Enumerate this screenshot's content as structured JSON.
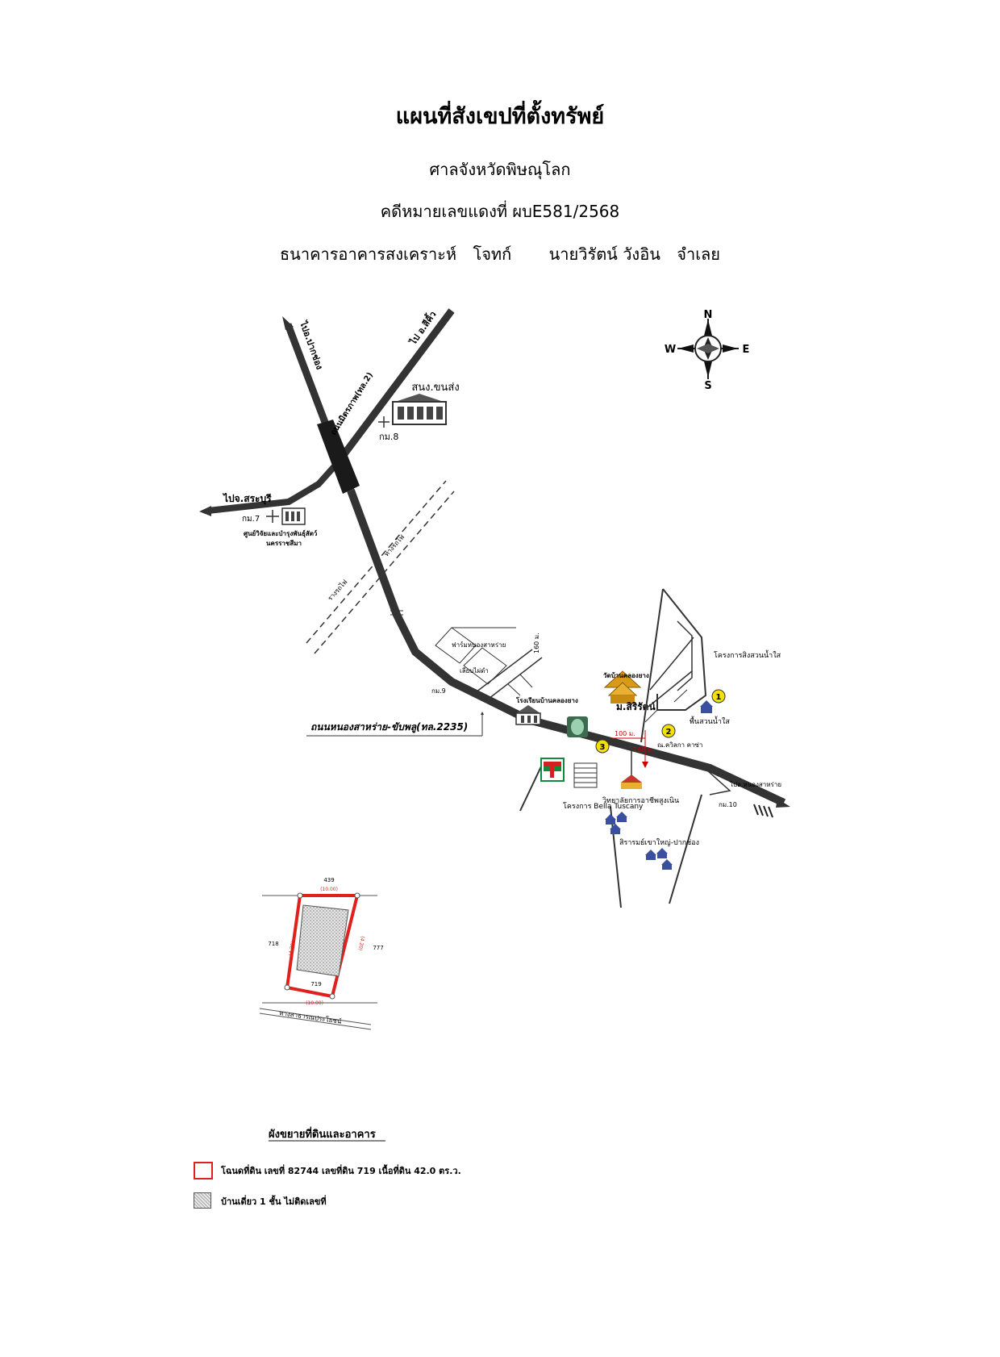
{
  "header": {
    "title": "แผนที่สังเขปที่ตั้งทรัพย์",
    "court": "ศาลจังหวัดพิษณุโลก",
    "case_no": "คดีหมายเลขแดงที่  ผบE581/2568",
    "plaintiff": "ธนาคารอาคารสงเคราะห์",
    "plaintiff_role": "โจทก์",
    "defendant": "นายวิรัตน์ วังอิน",
    "defendant_role": "จำเลย"
  },
  "compass": {
    "n": "N",
    "s": "S",
    "e": "E",
    "w": "W"
  },
  "map_labels": {
    "to_pakchong": "ไปอ.ปากช่อง",
    "to_sikhio": "ไป อ.สีคิ้ว",
    "road_mittraphap": "ถนนมิตรภาพ(ทล.2)",
    "transport_office": "สนง.ขนส่ง",
    "km8": "กม.8",
    "to_saraburi": "ไปจ.สระบุรี",
    "km7": "กม.7",
    "research_center_1": "ศูนย์วิจัยและบำรุงพันธุ์สัตว์",
    "research_center_2": "นครราชสีมา",
    "railway": "ทางรถไฟ",
    "rail_track": "รางรถไฟ",
    "factory": "ฟาร์มหนองสาหร่าย",
    "village": "เลียบไผ่ดำ",
    "km9": "กม.9",
    "school": "โรงเรียนบ้านคลองยาง",
    "temple": "วัดบ้านคลองยาง",
    "university": "ม.สิริรัตน์",
    "road_2235": "ถนนหนองสาหร่าย-ขับพลู(ทล.2235)",
    "project_namsai": "โครงการสิงสวนน้ำใส",
    "garden": "พื้นสวนน้ำใส",
    "dist_100": "100 ม.",
    "dist_160": "160 ม.",
    "marker1": "1",
    "marker2": "2",
    "marker3": "3",
    "store": "ณ.ควิลกา คาซ่า",
    "college": "วิทยาลัยการอาชีพสูงเนิน",
    "bella": "โครงการ Bella Tuscany",
    "siri_pak": "สิรารมย์เขาใหญ่-ปากช่อง",
    "to_nongsarai": "ไปอ.หนองสาหร่าย",
    "km10": "กม.10"
  },
  "plot": {
    "top": "439",
    "left": "718",
    "right": "777",
    "dim_top": "(10.00)",
    "dim_bottom": "(10.00)",
    "dim_left": "(4.20)",
    "dim_right": "(4.20)",
    "lot_no": "719",
    "road": "ทางสาธารณประโยชน์"
  },
  "legend": {
    "heading": "ผังขยายที่ดินและอาคาร",
    "item1": "โฉนดที่ดิน เลขที่ 82744 เลขที่ดิน 719 เนื้อที่ดิน 42.0 ตร.ว.",
    "item2": "บ้านเดี่ยว 1 ชั้น ไม่ติดเลขที่"
  },
  "colors": {
    "road": "#333333",
    "boundary": "#e0201c",
    "marker": "#f5e100",
    "temple": "#d99a1a",
    "seven_green": "#118a3a",
    "seven_red": "#d62020"
  }
}
